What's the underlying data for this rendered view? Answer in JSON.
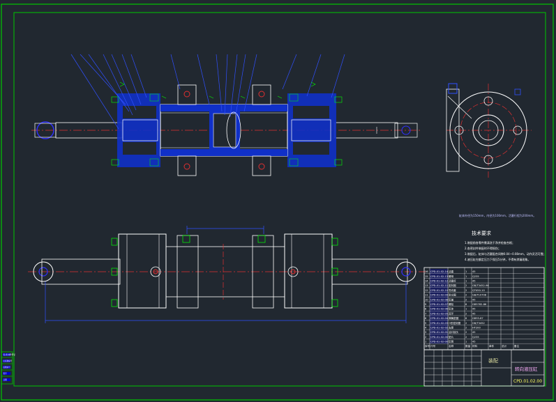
{
  "drawing": {
    "title_name": "转向液压缸",
    "assembly_label": "装配",
    "drawing_number": "CPD.01.02.00",
    "tech_requirements_title": "技术要求",
    "tech_note_top": "缸体外径为150mm，内径为100mm，活塞行程为200mm。",
    "tech_requirements": [
      "1.装配前各零件需清洗干净并检查合格；",
      "2.各密封件装配时不得损伤；",
      "3.装配后，缸体与活塞配合间隙0.04~0.08mm，动作灵活可靠；",
      "4.液压缸在额定压力下保压5分钟，不得有渗漏现象。"
    ],
    "bom_header": [
      "序号",
      "代号",
      "名称",
      "数量",
      "材料",
      "单件",
      "总计",
      "备注"
    ],
    "bom_rows": [
      [
        "16",
        "CPD-01-02-14",
        "活塞",
        "1",
        "45",
        "",
        "",
        ""
      ],
      [
        "15",
        "CPD-01-02-13",
        "螺母",
        "1",
        "Q235",
        "",
        "",
        ""
      ],
      [
        "14",
        "CPD-01-02-12",
        "活塞杆",
        "1",
        "45",
        "",
        "",
        ""
      ],
      [
        "13",
        "CPD-01-02-11",
        "密封圈",
        "2",
        "GB/T3452-96",
        "",
        "",
        ""
      ],
      [
        "12",
        "CPD-01-02-10",
        "导向套",
        "2",
        "QT450-10",
        "",
        "",
        ""
      ],
      [
        "11",
        "CPD-01-02-09",
        "防尘圈",
        "2",
        "GB/T10708",
        "",
        "",
        ""
      ],
      [
        "10",
        "CPD-01-02-08",
        "缸盖",
        "2",
        "45",
        "",
        "",
        ""
      ],
      [
        "9",
        "CPD-01-02-07",
        "螺栓",
        "8",
        "GB5782-86",
        "",
        "",
        ""
      ],
      [
        "8",
        "CPD-01-02-06",
        "缸体",
        "1",
        "45",
        "",
        "",
        ""
      ],
      [
        "7",
        "CPD-01-02-05",
        "耳环",
        "2",
        "45",
        "",
        "",
        ""
      ],
      [
        "6",
        "CPD-01-02-04",
        "弹簧垫圈",
        "8",
        "GB93-87",
        "",
        "",
        ""
      ],
      [
        "5",
        "CPD-01-02-03",
        "O形密封圈",
        "2",
        "GB/T3452",
        "",
        "",
        ""
      ],
      [
        "4",
        "CPD-01-02-02",
        "支座",
        "2",
        "HT200",
        "",
        "",
        ""
      ],
      [
        "3",
        "CPD-01-02-01",
        "油口接头",
        "2",
        "45",
        "",
        "",
        ""
      ],
      [
        "2",
        "CPD-01-02-00",
        "垫片",
        "2",
        "Q235",
        "",
        "",
        ""
      ],
      [
        "1",
        "CPD-01-02-00",
        "缸筒",
        "1",
        "45",
        "",
        "",
        ""
      ]
    ],
    "side_stamp": [
      "借(通)用件登记",
      "旧底图总号",
      "底图总号",
      "签字",
      "日期"
    ]
  }
}
